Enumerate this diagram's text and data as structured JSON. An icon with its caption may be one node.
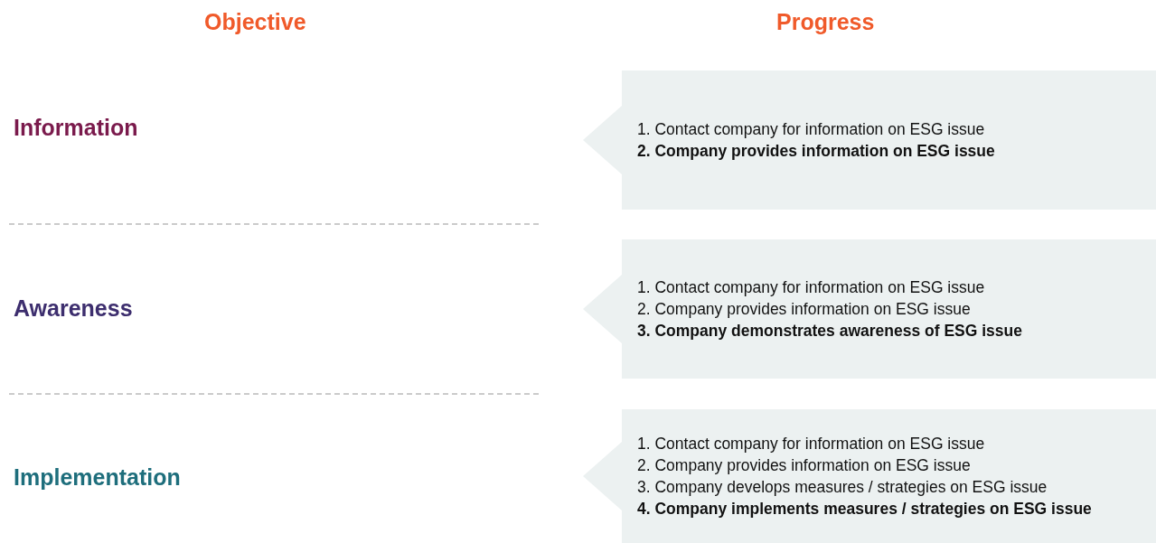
{
  "diagram": {
    "nodes": [
      {
        "text": [
          "1. Contact company for information on ESG issue",
          "2. Company provides information on ESG issue"
        ]
      },
      {
        "text": [
          "1. Contact company for information on ESG issue",
          "2. Company provides information on ESG issue",
          "3. Company demonstrates awareness of ESG issue"
        ]
      },
      {
        "text": [
          "1. Contact company for information on ESG issue",
          "2. Company provides information on ESG issue",
          "3. Company develops measures / strategies on ESG issue",
          "4. Company implements measures / strategies on ESG issue"
        ]
      }
    ],
    "labels": [
      "Objective",
      "Progress",
      "Information",
      "Awareness",
      "Implementation"
    ]
  }
}
